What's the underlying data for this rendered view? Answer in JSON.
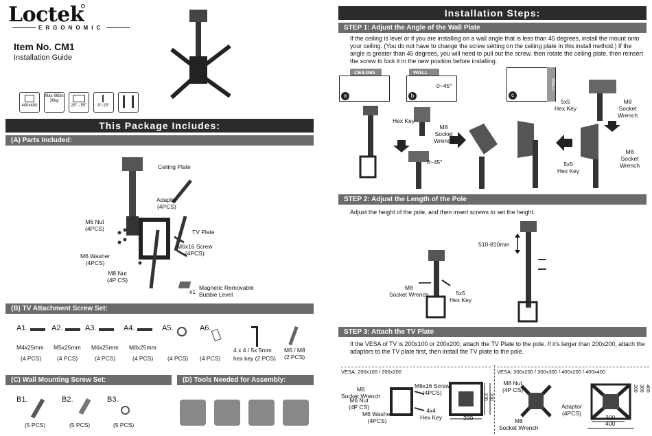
{
  "brand": {
    "name": "Loctek",
    "sub": "ERGONOMIC"
  },
  "header": {
    "item_no": "Item No. CM1",
    "guide": "Installation Guide"
  },
  "spec_icons": [
    {
      "icon": "vesa-icon",
      "label": "400x400"
    },
    {
      "icon": "weight-icon",
      "label": "Max 66lbs 30kg"
    },
    {
      "icon": "screen-size-icon",
      "label": "26\" - 55\""
    },
    {
      "icon": "tilt-icon",
      "label": "0°-15°"
    },
    {
      "icon": "pole-icon",
      "label": ""
    }
  ],
  "package": {
    "title": "This Package Includes:",
    "parts_title": "(A) Parts Included:",
    "parts": [
      {
        "name": "ceiling-plate",
        "label": "Ceiling Plate"
      },
      {
        "name": "adaptor",
        "label": "Adaptor\n(4PCS)"
      },
      {
        "name": "tv-plate",
        "label": "TV Plate"
      },
      {
        "name": "m6-nut",
        "label": "M6 Nut\n(4PCS)"
      },
      {
        "name": "m6x16-screw",
        "label": "M6x16 Screw\n(4PCS)"
      },
      {
        "name": "m6-washer",
        "label": "M6 Washer\n(4PCS)"
      },
      {
        "name": "m8-nut",
        "label": "M8 Nut\n(4P CS)"
      },
      {
        "name": "bubble-level",
        "label": "Magnetic Removable\nBubble Level"
      }
    ],
    "bubble_qty": "x1"
  },
  "tv_screws": {
    "title": "(B) TV Attachment Screw Set:",
    "items": [
      {
        "id": "A1.",
        "size": "M4x25mm",
        "qty": "(4 PCS)"
      },
      {
        "id": "A2.",
        "size": "M5x25mm",
        "qty": "(4 PCS)"
      },
      {
        "id": "A3.",
        "size": "M6x25mm",
        "qty": "(4 PCS)"
      },
      {
        "id": "A4.",
        "size": "M8x25mm",
        "qty": "(4 PCS)"
      },
      {
        "id": "A5.",
        "size": "",
        "qty": "(4 PCS)"
      },
      {
        "id": "A6.",
        "size": "",
        "qty": "(4 PCS)"
      }
    ],
    "hex_key": {
      "size": "4 x 4 / 5x 5mm",
      "qty": "hex key (2 PCS)"
    },
    "wrench": {
      "size": "M6 / M8",
      "qty": "(2 PCS)"
    }
  },
  "wall_screws": {
    "title": "(C) Wall Mounting Screw Set:",
    "items": [
      {
        "id": "B1.",
        "qty": "(5 PCS)"
      },
      {
        "id": "B2.",
        "qty": "(5 PCS)"
      },
      {
        "id": "B3.",
        "qty": "(5 PCS)"
      }
    ]
  },
  "tools": {
    "title": "(D) Tools Needed for Assembly:"
  },
  "install": {
    "title": "Installation Steps:",
    "step1": {
      "title": "STEP 1: Adjust the Angle of the Wall Plate",
      "text": "If the ceiling is level or if you are installing on a wall angle that is less than 45 degrees, install the mount onto your ceiling. (You do not have to change the screw setting on the ceiling plate in this install method.) If the angle is greater than 45 degrees, you will need to pull out the screw, then rotate the ceiling plate, then reinsert the screw to lock it in the new position before installing.",
      "tab_ceiling": "CEILING",
      "tab_wall": "WALL",
      "wall_vertical": "WALL",
      "badge_a": "a",
      "badge_b": "b",
      "badge_c": "c",
      "angle1": "0~45°",
      "angle2": "0~45°",
      "hex_key": "Hex Key",
      "socket_wrench": "M8\nSocket\nWrench",
      "hex_key_c1": "5x5\nHex Key",
      "socket_c1": "M8\nSocket\nWrench",
      "hex_key_c2": "5x5\nHex Key",
      "socket_c2": "M8\nSocket\nWrench"
    },
    "step2": {
      "title": "STEP 2: Adjust the Length of the Pole",
      "text": "Adjust the height of the pole, and then insert screws to set the height.",
      "range": "510-810mm",
      "wrench": "M8\nSocket Wrench",
      "hex": "5x5\nHex Key"
    },
    "step3": {
      "title": "STEP 3: Attach the TV Plate",
      "text": "If the VESA of TV is 200x100 or 200x200, attach the TV Plate to the pole. If it's larger than 200x200, attach the adaptors to the TV plate first, then install the TV plate to the pole.",
      "vesa_small": "VESA: 200x100 / 200x200",
      "vesa_large": "VESA: 300x200 / 300x300 / 400x200 / 400x400",
      "small_labels": {
        "socket": "M6\nSocket Wrench",
        "nut": "M6 Nut\n(4P CS)",
        "washer": "M6 Washer\n(4PCS)",
        "screw": "M6x16 Screw\n(4PCS)",
        "hex": "4x4\nHex Key"
      },
      "large_labels": {
        "nut": "M8 Nut\n(4P CS)",
        "adaptor": "Adaptor\n(4PCS)",
        "socket": "M8\nSocket Wrench"
      },
      "dims_small": [
        "200",
        "100",
        "200"
      ],
      "dims_large": [
        "300",
        "400",
        "200",
        "300",
        "400"
      ]
    }
  }
}
